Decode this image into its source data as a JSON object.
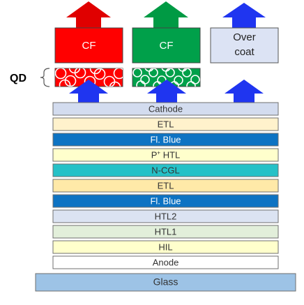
{
  "colors": {
    "arrow_red": "#e00000",
    "arrow_green": "#009a44",
    "arrow_blue": "#1f35f0",
    "cf_red": "#ff0000",
    "cf_green": "#00a04a",
    "overcoat": "#dce3f4",
    "qd_red": "#ff0000",
    "qd_green": "#00a04a",
    "layer_border": "#6f6f6f"
  },
  "columns": [
    {
      "label": "CF",
      "fill": "#ff0000",
      "arrow": "#e00000",
      "qd": "#ff0000"
    },
    {
      "label": "CF",
      "fill": "#00a04a",
      "arrow": "#009a44",
      "qd": "#00a04a"
    },
    {
      "label_line1": "Over",
      "label_line2": "coat",
      "fill": "#dce3f4",
      "arrow": "#1f35f0"
    }
  ],
  "qd_label": "QD",
  "layers": [
    {
      "label": "Cathode",
      "fill": "#d3dcef",
      "text_color": "#333333"
    },
    {
      "label": "ETL",
      "fill": "#fff2cc",
      "text_color": "#333333"
    },
    {
      "label": "Fl. Blue",
      "fill": "#0d73c3",
      "text_color": "#ffffff"
    },
    {
      "label_main": "P",
      "label_sup": "+",
      "label_rest": " HTL",
      "fill": "#ffffcc",
      "text_color": "#333333"
    },
    {
      "label": "N-CGL",
      "fill": "#26c1c7",
      "text_color": "#333333"
    },
    {
      "label": "ETL",
      "fill": "#ffe9a8",
      "text_color": "#333333"
    },
    {
      "label": "Fl. Blue",
      "fill": "#0d73c3",
      "text_color": "#ffffff"
    },
    {
      "label": "HTL2",
      "fill": "#dbe3f2",
      "text_color": "#333333"
    },
    {
      "label": "HTL1",
      "fill": "#e2efda",
      "text_color": "#333333"
    },
    {
      "label": "HIL",
      "fill": "#ffffcc",
      "text_color": "#333333"
    },
    {
      "label": "Anode",
      "fill": "#ffffff",
      "text_color": "#333333"
    }
  ],
  "substrate": {
    "label": "Glass",
    "fill": "#9dc3e6",
    "text_color": "#333333"
  }
}
